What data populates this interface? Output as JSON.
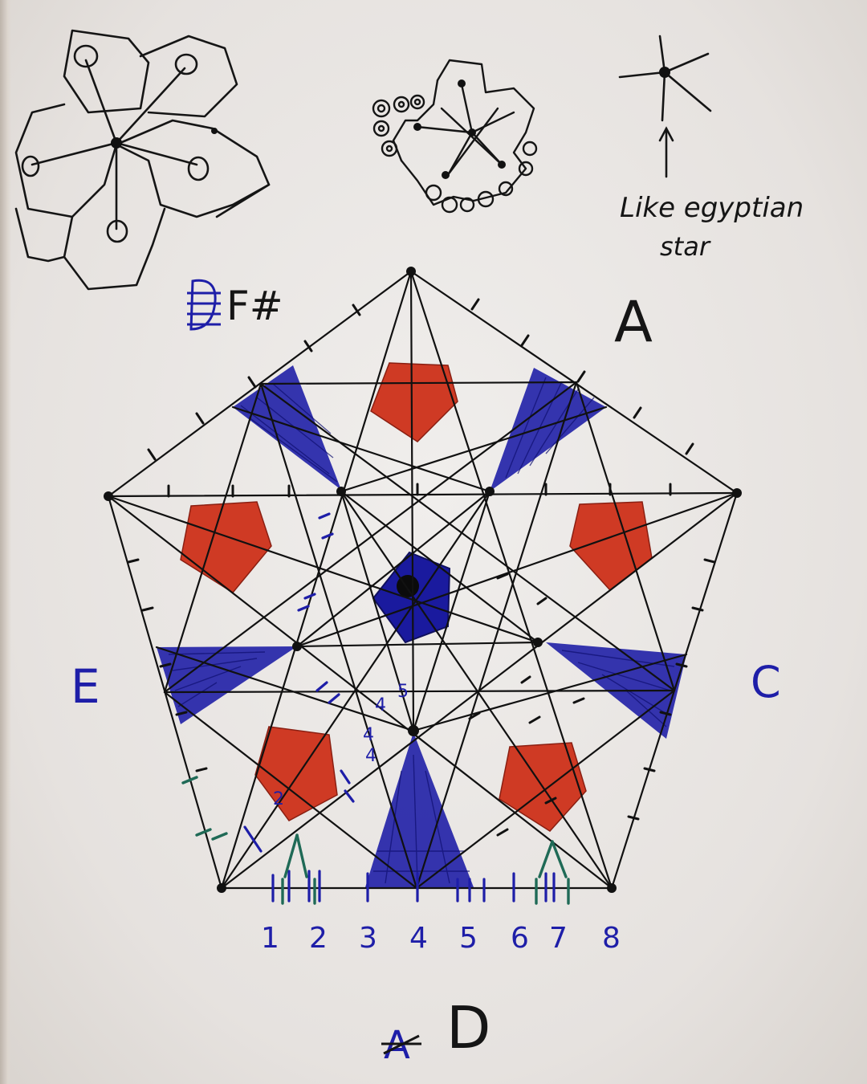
{
  "labels": {
    "top_left": "F#",
    "top_right": "A",
    "left": "E",
    "right": "C",
    "bottom": "D",
    "bottom_struck": "A"
  },
  "note": {
    "line1": "Like egyptian",
    "line2": "star"
  },
  "scale": [
    "1",
    "2",
    "3",
    "4",
    "5",
    "6",
    "7",
    "8"
  ],
  "inner_numbers": [
    "5",
    "4",
    "4",
    "4",
    "2"
  ],
  "colors": {
    "ink": "#121212",
    "blue": "#1f1fa8",
    "red": "#cf3a24",
    "green": "#1f6a56",
    "paper": "#ecebe8"
  }
}
